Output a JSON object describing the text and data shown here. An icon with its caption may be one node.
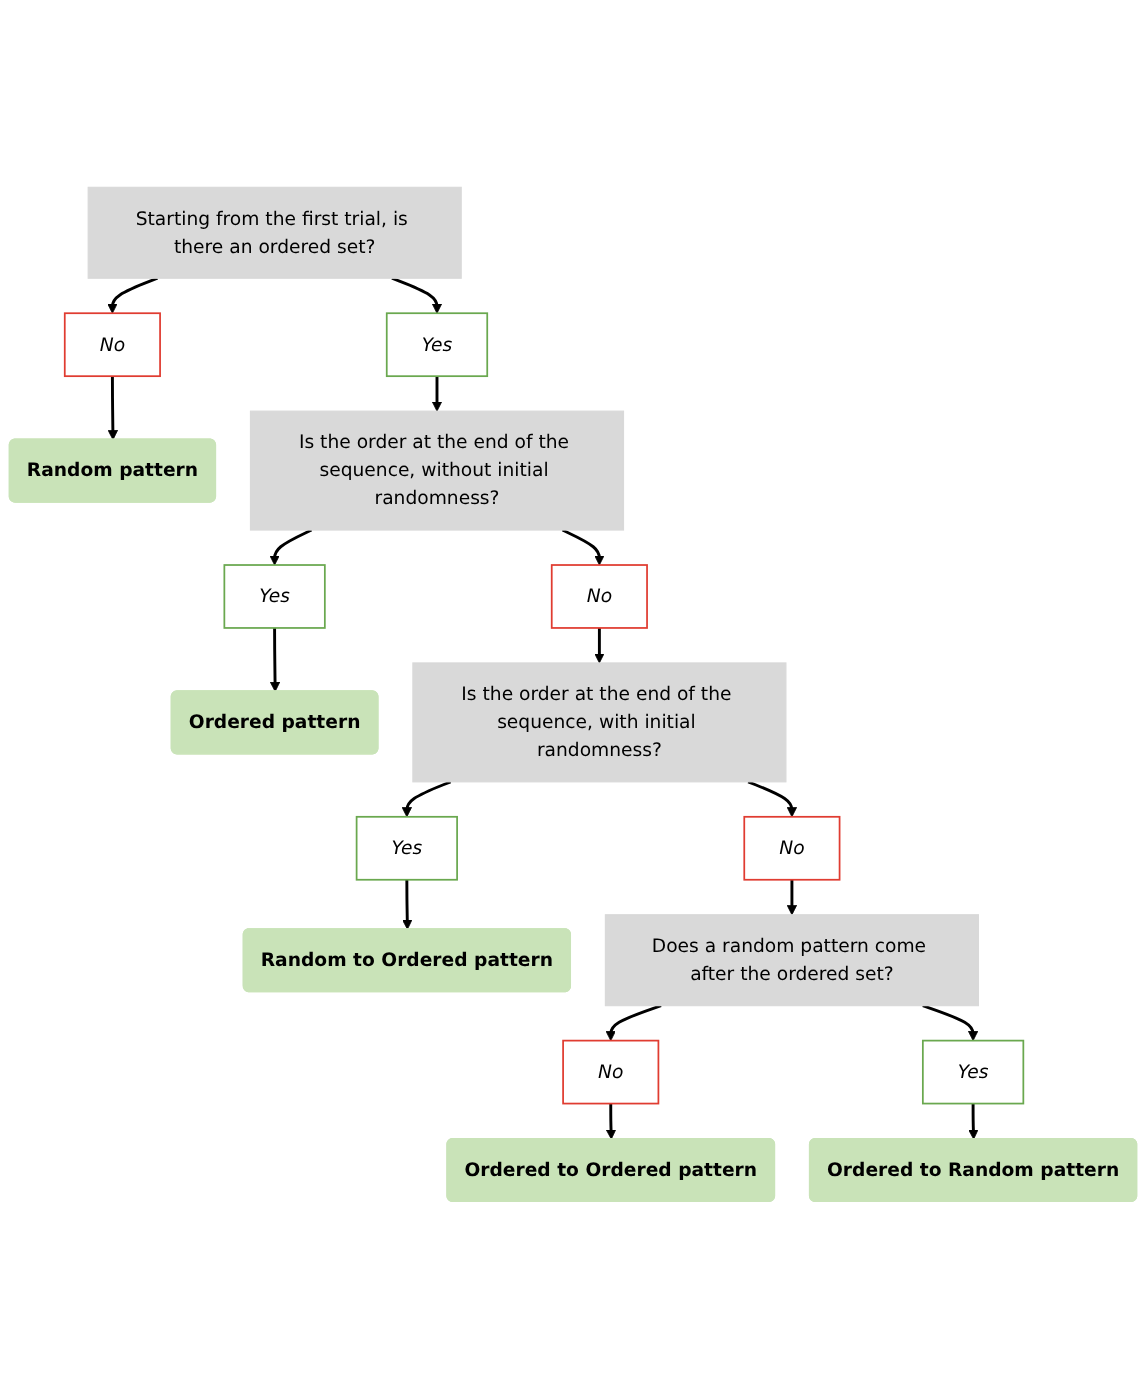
{
  "diagram": {
    "nodes": [
      {
        "text": [
          "Starting from the first trial, is there an ordered set?"
        ]
      },
      {
        "text": [
          "Yes"
        ]
      },
      {
        "text": [
          "No"
        ]
      },
      {
        "text": [
          "Random pattern"
        ]
      },
      {
        "text": [
          "Is the order at the end of the sequence, without initial randomness?"
        ]
      },
      {
        "text": [
          "No"
        ]
      },
      {
        "text": [
          "Yes"
        ]
      },
      {
        "text": [
          "Ordered pattern"
        ]
      },
      {
        "text": [
          "Is the order at the end of the sequence, with initial randomness?"
        ]
      },
      {
        "text": [
          "No"
        ]
      },
      {
        "text": [
          "Yes"
        ]
      },
      {
        "text": [
          "Random to Ordered pattern"
        ]
      },
      {
        "text": [
          "Does a random pattern come after the ordered set?"
        ]
      },
      {
        "text": [
          "No"
        ]
      },
      {
        "text": [
          "Yes"
        ]
      },
      {
        "text": [
          "Ordered to Random pattern"
        ]
      },
      {
        "text": [
          "Ordered to Ordered pattern"
        ]
      }
    ],
    "edges": [
      {
        "from": 0,
        "to": 1,
        "arrow": "to"
      },
      {
        "from": 0,
        "to": 2,
        "arrow": "to"
      },
      {
        "from": 2,
        "to": 3,
        "arrow": "to"
      },
      {
        "from": 1,
        "to": 4,
        "arrow": "to"
      },
      {
        "from": 4,
        "to": 5,
        "arrow": "to"
      },
      {
        "from": 4,
        "to": 6,
        "arrow": "to"
      },
      {
        "from": 6,
        "to": 7,
        "arrow": "to"
      },
      {
        "from": 5,
        "to": 8,
        "arrow": "to"
      },
      {
        "from": 8,
        "to": 9,
        "arrow": "to"
      },
      {
        "from": 8,
        "to": 10,
        "arrow": "to"
      },
      {
        "from": 10,
        "to": 11,
        "arrow": "to"
      },
      {
        "from": 9,
        "to": 12,
        "arrow": "to"
      },
      {
        "from": 12,
        "to": 13,
        "arrow": "to"
      },
      {
        "from": 12,
        "to": 14,
        "arrow": "to"
      },
      {
        "from": 14,
        "to": 15,
        "arrow": "to"
      },
      {
        "from": 13,
        "to": 16,
        "arrow": "to"
      }
    ]
  }
}
